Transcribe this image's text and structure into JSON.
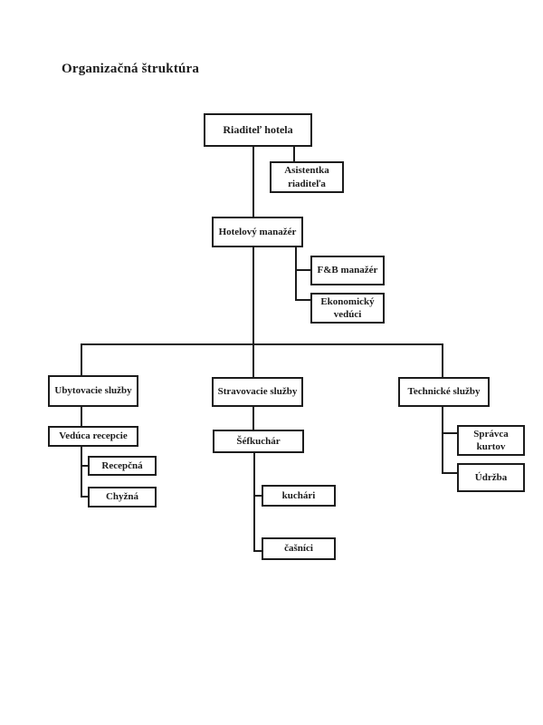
{
  "title": "Organizačná štruktúra",
  "colors": {
    "background": "#ffffff",
    "box_border": "#1c1c1c",
    "line": "#1c1c1c",
    "text": "#1c1c1c"
  },
  "nodes": {
    "riaditel": {
      "label": "Riaditeľ hotela"
    },
    "asistentka": {
      "label": "Asistentka riaditeľa"
    },
    "hotelovy": {
      "label": "Hotelový manažér"
    },
    "fb": {
      "label": "F&B manažér"
    },
    "ekonomicky": {
      "label": "Ekonomický vedúci"
    },
    "ubytovacie": {
      "label": "Ubytovacie služby"
    },
    "stravovacie": {
      "label": "Stravovacie služby"
    },
    "technicke": {
      "label": "Technické služby"
    },
    "veduca": {
      "label": "Vedúca recepcie"
    },
    "recepcna": {
      "label": "Recepčná"
    },
    "chyzna": {
      "label": "Chyžná"
    },
    "sefkuchar": {
      "label": "Šéfkuchár"
    },
    "kuchari": {
      "label": "kuchári"
    },
    "casnici": {
      "label": "čašníci"
    },
    "spravca": {
      "label": "Správca kurtov"
    },
    "udrzba": {
      "label": "Údržba"
    }
  },
  "chart_data": {
    "type": "org-chart",
    "title": "Organizačná štruktúra",
    "edges": [
      {
        "parent": "Riaditeľ hotela",
        "child": "Asistentka riaditeľa"
      },
      {
        "parent": "Riaditeľ hotela",
        "child": "Hotelový manažér"
      },
      {
        "parent": "Hotelový manažér",
        "child": "F&B manažér"
      },
      {
        "parent": "Hotelový manažér",
        "child": "Ekonomický vedúci"
      },
      {
        "parent": "Hotelový manažér",
        "child": "Ubytovacie služby"
      },
      {
        "parent": "Hotelový manažér",
        "child": "Stravovacie služby"
      },
      {
        "parent": "Hotelový manažér",
        "child": "Technické služby"
      },
      {
        "parent": "Ubytovacie služby",
        "child": "Vedúca recepcie"
      },
      {
        "parent": "Vedúca recepcie",
        "child": "Recepčná"
      },
      {
        "parent": "Vedúca recepcie",
        "child": "Chyžná"
      },
      {
        "parent": "Stravovacie služby",
        "child": "Šéfkuchár"
      },
      {
        "parent": "Šéfkuchár",
        "child": "kuchári"
      },
      {
        "parent": "Šéfkuchár",
        "child": "čašníci"
      },
      {
        "parent": "Technické služby",
        "child": "Správca kurtov"
      },
      {
        "parent": "Technické služby",
        "child": "Údržba"
      }
    ]
  }
}
